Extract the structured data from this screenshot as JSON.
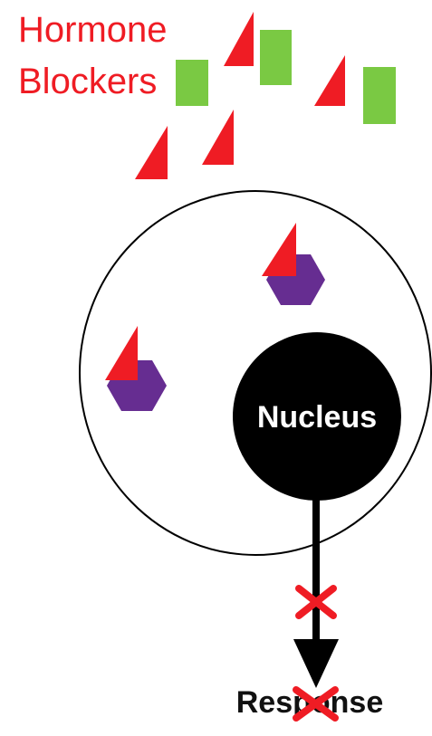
{
  "labels": {
    "hormone_blockers_line1": "Hormone",
    "hormone_blockers_line2": "Blockers",
    "nucleus": "Nucleus",
    "response": "Response"
  },
  "colors": {
    "hormone": "#ef1c24",
    "blocker": "#7ac943",
    "receptor": "#662d91",
    "nucleus": "#000000",
    "blocked_mark": "#ef1c24",
    "cell_outline": "#000000"
  },
  "icons": {
    "hormone": "red-triangle",
    "blocker": "green-rectangle",
    "receptor": "purple-hexagon",
    "blocked": "red-x"
  }
}
